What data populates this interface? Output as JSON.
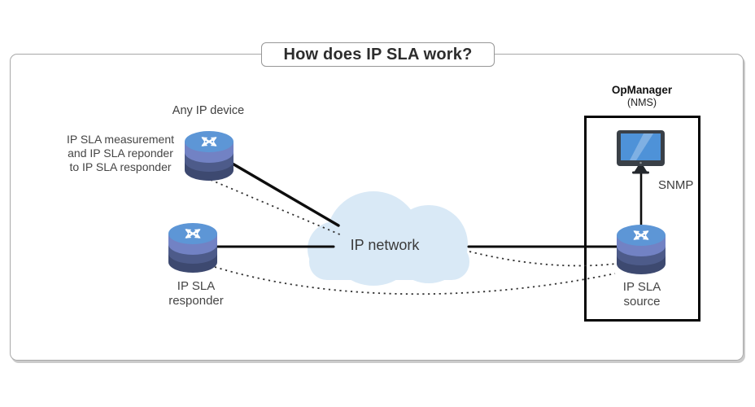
{
  "title": "How does IP SLA work?",
  "nodes": {
    "any_ip_device": {
      "label": "Any IP device",
      "note_lines": [
        "IP SLA measurement",
        "and IP SLA reponder",
        "to IP SLA responder"
      ]
    },
    "ip_sla_responder": {
      "line1": "IP SLA",
      "line2": "responder"
    },
    "network": {
      "label": "IP network"
    },
    "nms": {
      "product": "OpManager",
      "role": "(NMS)",
      "protocol": "SNMP"
    },
    "ip_sla_source": {
      "line1": "IP SLA",
      "line2": "source"
    }
  },
  "icons": {
    "router": "router-cylinder-icon",
    "nms_computer": "monitor-icon",
    "network": "cloud-icon"
  },
  "theme": {
    "canvas_bg": "#ffffff",
    "frame_border": "#a8a8a8",
    "title_text": "#2d2d2d",
    "label_text": "#454545",
    "link_color": "#0d0d0d",
    "dotted_color": "#333333",
    "nms_box_border": "#050505",
    "cloud_fill": "#d9e9f6",
    "router_top": "#5d96d6",
    "router_band1": "#7282c4",
    "router_band2": "#4d5b8a",
    "router_band3": "#3d4970",
    "monitor_frame": "#3a4047",
    "monitor_screen": "#4e92d8",
    "monitor_stand": "#24282d"
  }
}
